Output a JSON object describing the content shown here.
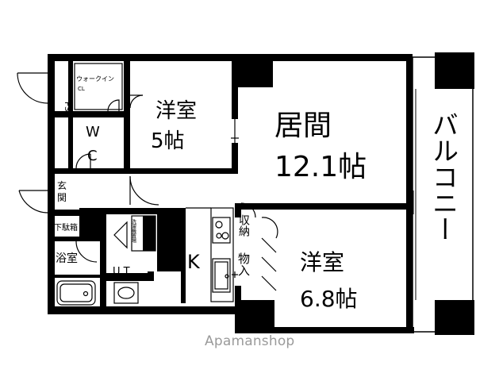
{
  "rooms": {
    "western_room_small": {
      "name": "洋室",
      "size": "5帖"
    },
    "living": {
      "name": "居間",
      "size": "12.1帖"
    },
    "western_room_large": {
      "name": "洋室",
      "size": "6.8帖"
    },
    "balcony": {
      "name": "バルコニー"
    }
  },
  "labels": {
    "walk_in": "ウォークイン",
    "walk_in_sub": "CL",
    "ps": "PS",
    "wc_line1": "W",
    "wc_line2": "C",
    "entrance_line1": "玄",
    "entrance_line2": "関",
    "shoe_box": "下駄箱",
    "bath": "浴室",
    "ut": "U T",
    "washer": "洗濯機置場",
    "kitchen": "K",
    "storage_a": "収納",
    "storage_b": "物入"
  },
  "watermark": "Apamanshop"
}
